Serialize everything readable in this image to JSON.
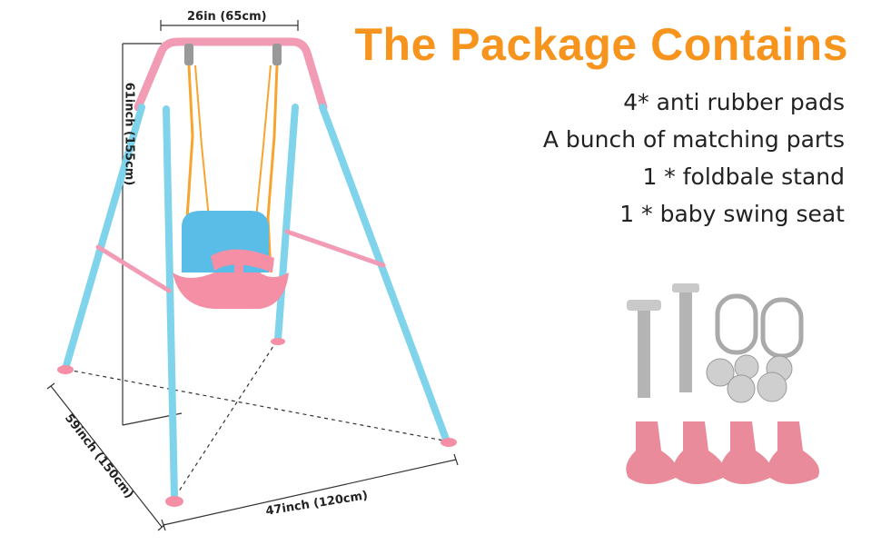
{
  "title": "The Package Contains",
  "items": [
    "4* anti rubber pads",
    "A bunch of matching parts",
    "1 * foldbale stand",
    "1 * baby swing seat"
  ],
  "dimensions": {
    "top_width": "26in (65cm)",
    "height": "61inch (155cm)",
    "depth": "59inch (150cm)",
    "bottom_width": "47inch (120cm)"
  },
  "colors": {
    "title": "#f7941d",
    "frame_top": "#f29bb5",
    "frame_legs": "#7fd3ea",
    "seat_back": "#59bde8",
    "seat_base": "#f58fa5",
    "rope": "#f7a530",
    "rubber_pad": "#e98b9a"
  },
  "icons": [
    "swing-frame-icon",
    "bolt-icon",
    "carabiner-icon",
    "nut-icon",
    "rubber-pad-icon"
  ]
}
